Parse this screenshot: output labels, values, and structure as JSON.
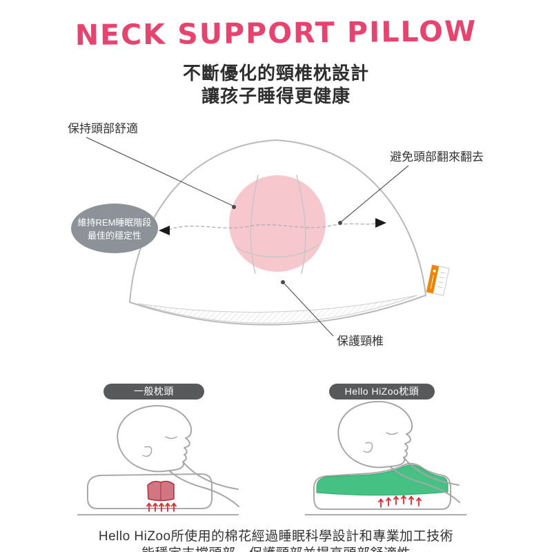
{
  "header": {
    "title": "NECK SUPPORT PILLOW",
    "title_color": "#e8436f",
    "subtitle_line1": "不斷優化的頸椎枕設計",
    "subtitle_line2": "讓孩子睡得更健康"
  },
  "pillow_diagram": {
    "callout_head_comfort": "保持頭部舒適",
    "callout_no_rolling": "避免頭部翻來翻去",
    "callout_rem_line1": "維持REM睡眠階段",
    "callout_rem_line2": "最佳的穩定性",
    "callout_neck_protect": "保護頸椎",
    "colors": {
      "comfort_zone_pink": "#f0a3ad",
      "rem_bubble_gray": "#8d9298",
      "pillow_outline_gray": "#b9b9b9",
      "tag_orange": "#f08300"
    }
  },
  "comparison": {
    "left_label": "一般枕頭",
    "right_label": "Hello HiZoo枕頭",
    "colors": {
      "label_bg": "#58595b",
      "pressure_red": "#e8262d",
      "support_green": "#45c184",
      "compressed_pink": "#d27782"
    }
  },
  "footer": {
    "line1": "Hello HiZoo所使用的棉花經過睡眠科學設計和專業加工技術",
    "line2": "能穩定支撐頭部、保護頸部並提高頭部舒適性"
  }
}
